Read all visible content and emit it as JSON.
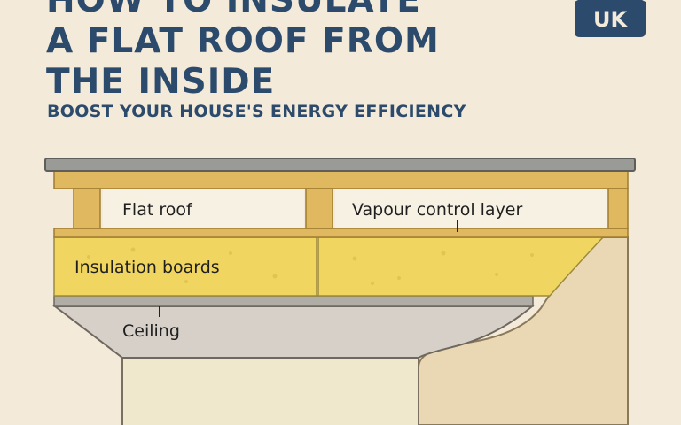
{
  "header": {
    "title_lines": [
      "HOW TO INSULATE",
      "A FLAT ROOF FROM",
      "THE INSIDE"
    ],
    "subtitle": "BOOST YOUR HOUSE'S ENERGY EFFICIENCY",
    "badge": "UK"
  },
  "diagram": {
    "labels": {
      "flat_roof": "Flat roof",
      "vapour_control_layer": "Vapour control layer",
      "insulation_boards": "Insulation boards",
      "ceiling": "Ceiling"
    },
    "icons": [
      "house-icon"
    ],
    "colors": {
      "title": "#2b4a6c",
      "timber": "#e0b860",
      "insulation": "#f0d660",
      "ceiling": "#d6d0c8",
      "roof_membrane": "#9a9a96",
      "background": "#f3ead9"
    }
  }
}
